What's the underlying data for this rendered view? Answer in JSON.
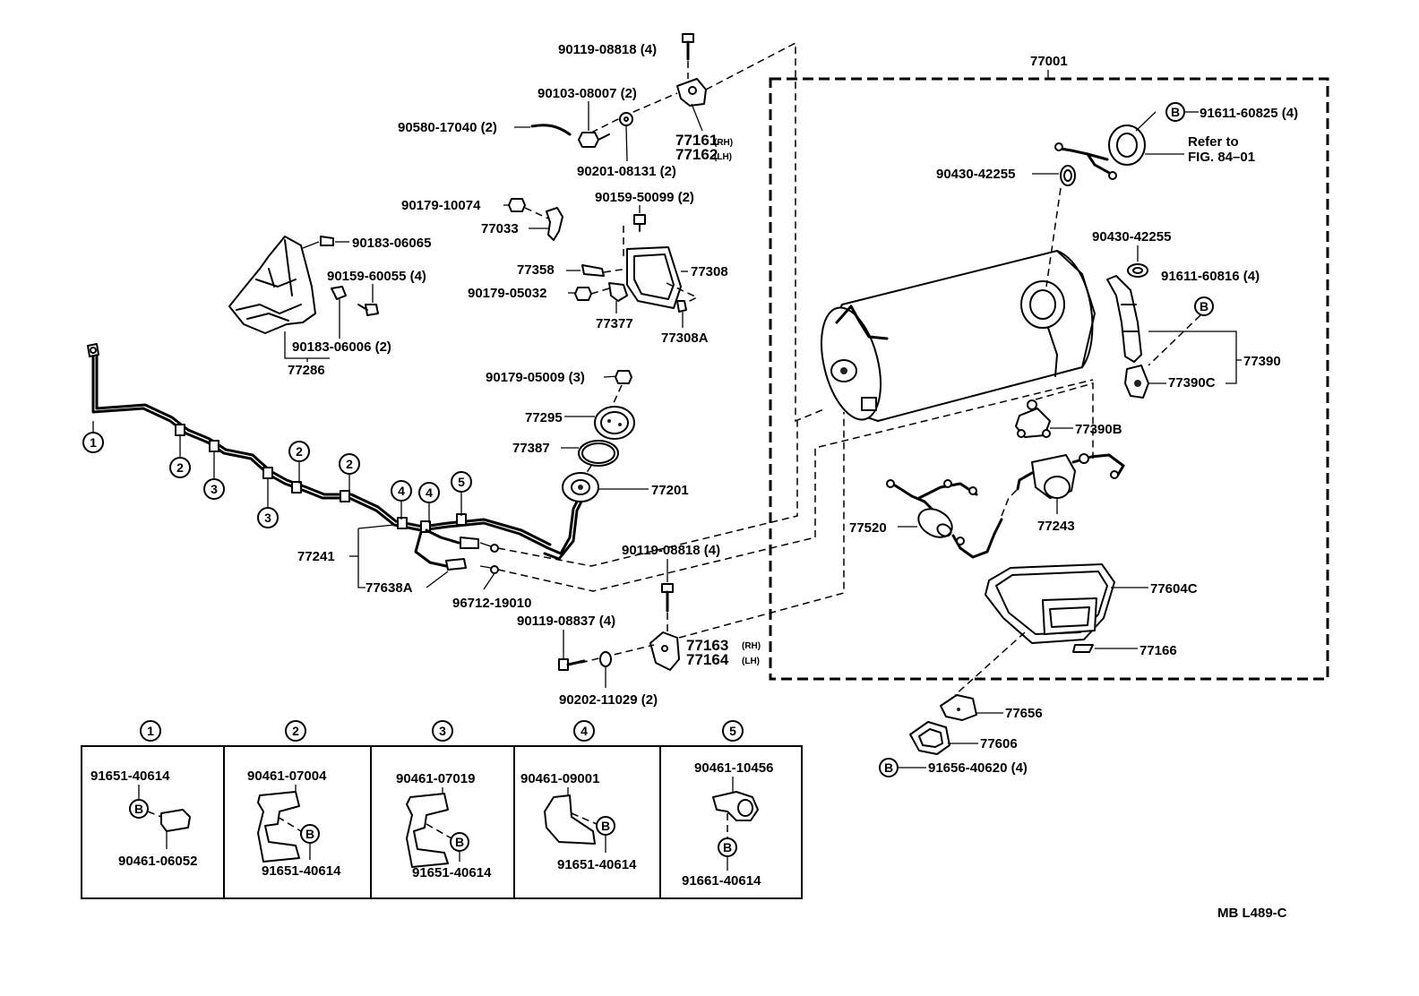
{
  "parts": {
    "p77001": "77001",
    "p90119_08818_top": "90119-08818 (4)",
    "p90103_08007": "90103-08007 (2)",
    "p90580_17040": "90580-17040 (2)",
    "p77161": "77161",
    "p77161_side": "(RH)",
    "p77162": "77162",
    "p77162_side": "(LH)",
    "p90201_08131": "90201-08131 (2)",
    "p90179_10074": "90179-10074",
    "p90159_50099": "90159-50099 (2)",
    "p77033": "77033",
    "p90183_06065": "90183-06065",
    "p77358": "77358",
    "p77308": "77308",
    "p90159_60055": "90159-60055 (4)",
    "p90179_05032": "90179-05032",
    "p77377": "77377",
    "p77308A": "77308A",
    "p90183_06006": "90183-06006 (2)",
    "p77286": "77286",
    "p90179_05009": "90179-05009 (3)",
    "p77295": "77295",
    "p77387": "77387",
    "p77201": "77201",
    "p77241": "77241",
    "p77638A": "77638A",
    "p96712_19010": "96712-19010",
    "p90119_08818_mid": "90119-08818 (4)",
    "p90119_08837": "90119-08837 (4)",
    "p77163": "77163",
    "p77163_side": "(RH)",
    "p77164": "77164",
    "p77164_side": "(LH)",
    "p90202_11029": "90202-11029 (2)",
    "p91611_60825": "91611-60825 (4)",
    "refer_to": "Refer to",
    "fig_ref": "FIG. 84–01",
    "p90430_42255_a": "90430-42255",
    "p90430_42255_b": "90430-42255",
    "p91611_60816": "91611-60816 (4)",
    "p77390": "77390",
    "p77390C": "77390C",
    "p77390B": "77390B",
    "p77520": "77520",
    "p77243": "77243",
    "p77604C": "77604C",
    "p77166": "77166",
    "p77656": "77656",
    "p77606": "77606",
    "p91656_40620": "91656-40620 (4)"
  },
  "callouts": {
    "c1": "1",
    "c2": "2",
    "c3": "3",
    "c4": "4",
    "c5": "5",
    "bolt_b": "B"
  },
  "detail_table": {
    "cells": [
      {
        "num": "1",
        "top": "91651-40614",
        "bottom": "90461-06052"
      },
      {
        "num": "2",
        "top": "90461-07004",
        "bottom": "91651-40614"
      },
      {
        "num": "3",
        "top": "90461-07019",
        "bottom": "91651-40614"
      },
      {
        "num": "4",
        "top": "90461-09001",
        "bottom": "91651-40614"
      },
      {
        "num": "5",
        "top": "90461-10456",
        "bottom": "91661-40614"
      }
    ]
  },
  "diagram_code": "MB  L489-C"
}
